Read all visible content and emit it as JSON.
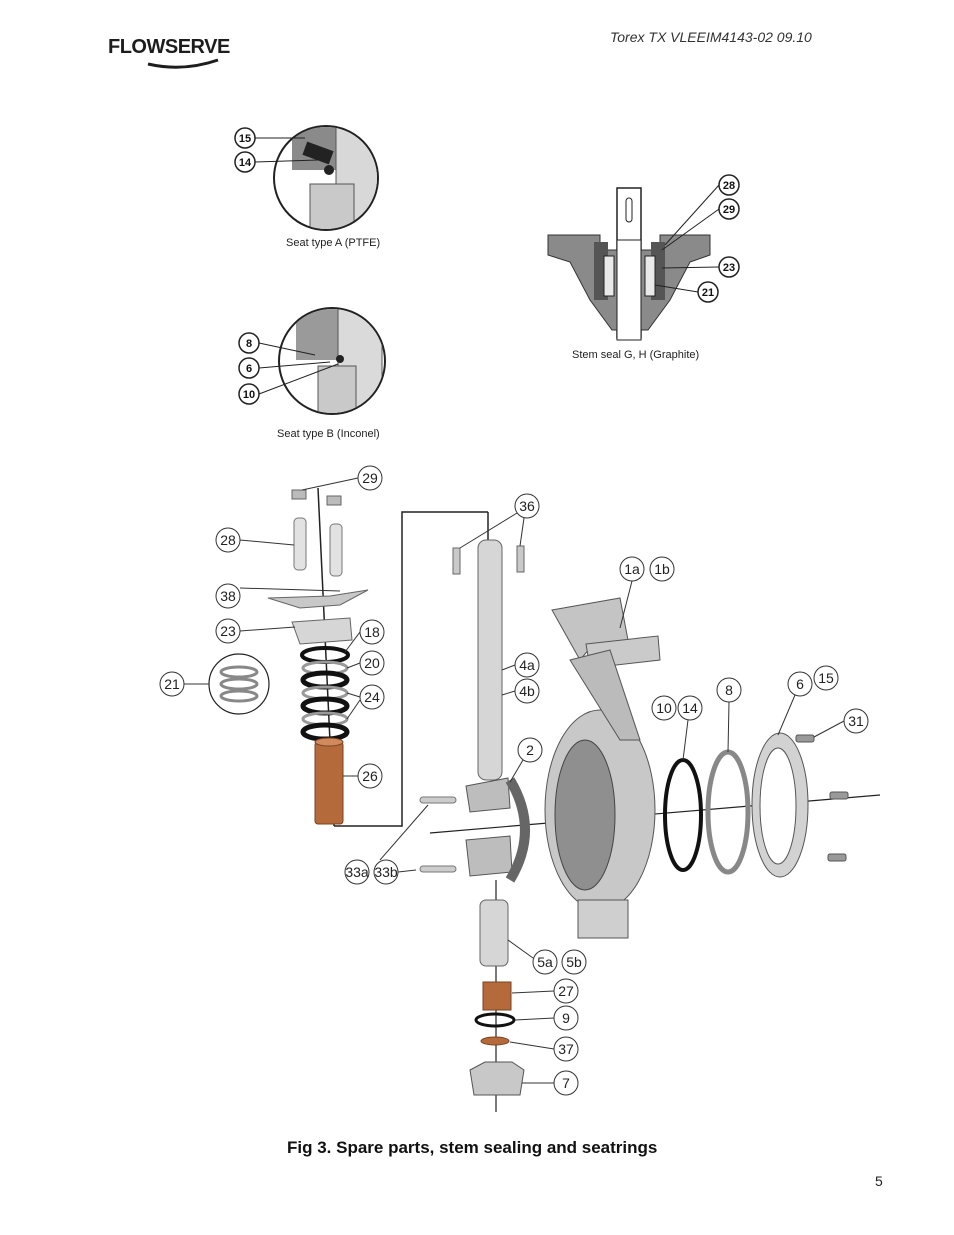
{
  "header": {
    "logo_text": "FLOWSERVE",
    "doc_ref": "Torex TX  VLEEIM4143-02 09.10"
  },
  "detail_a": {
    "caption": "Seat type A (PTFE)",
    "callouts": [
      "15",
      "14"
    ]
  },
  "detail_b": {
    "caption": "Seat type  B (Inconel)",
    "callouts": [
      "8",
      "6",
      "10"
    ]
  },
  "stem_seal": {
    "caption": "Stem seal G, H (Graphite)",
    "callouts": [
      "28",
      "29",
      "23",
      "21"
    ]
  },
  "exploded_view": {
    "callouts": [
      "29",
      "28",
      "38",
      "23",
      "18",
      "20",
      "21",
      "24",
      "26",
      "36",
      "4a",
      "4b",
      "2",
      "33a",
      "33b",
      "1a",
      "1b",
      "10",
      "14",
      "8",
      "6",
      "15",
      "31",
      "5a",
      "5b",
      "27",
      "9",
      "37",
      "7"
    ]
  },
  "figure_caption": "Fig 3. Spare parts, stem sealing and seatrings",
  "page_number": "5"
}
